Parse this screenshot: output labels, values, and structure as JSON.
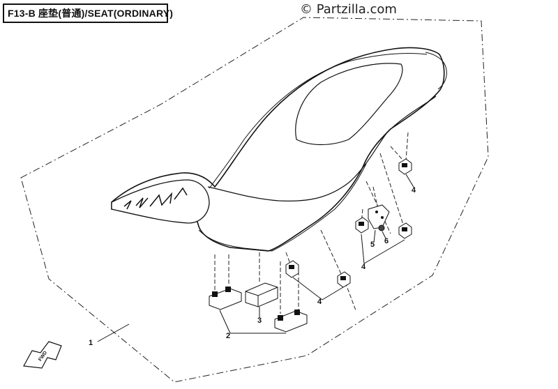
{
  "header": {
    "title": "F13-B  座垫(普通)/SEAT(ORDINARY)"
  },
  "watermark": {
    "text": "© Partzilla.com"
  },
  "callouts": {
    "c1": "1",
    "c2": "2",
    "c3": "3",
    "c4a": "4",
    "c4b": "4",
    "c4c": "4",
    "c5": "5",
    "c6": "6"
  },
  "fwd_arrow": {
    "text": "FWD"
  }
}
